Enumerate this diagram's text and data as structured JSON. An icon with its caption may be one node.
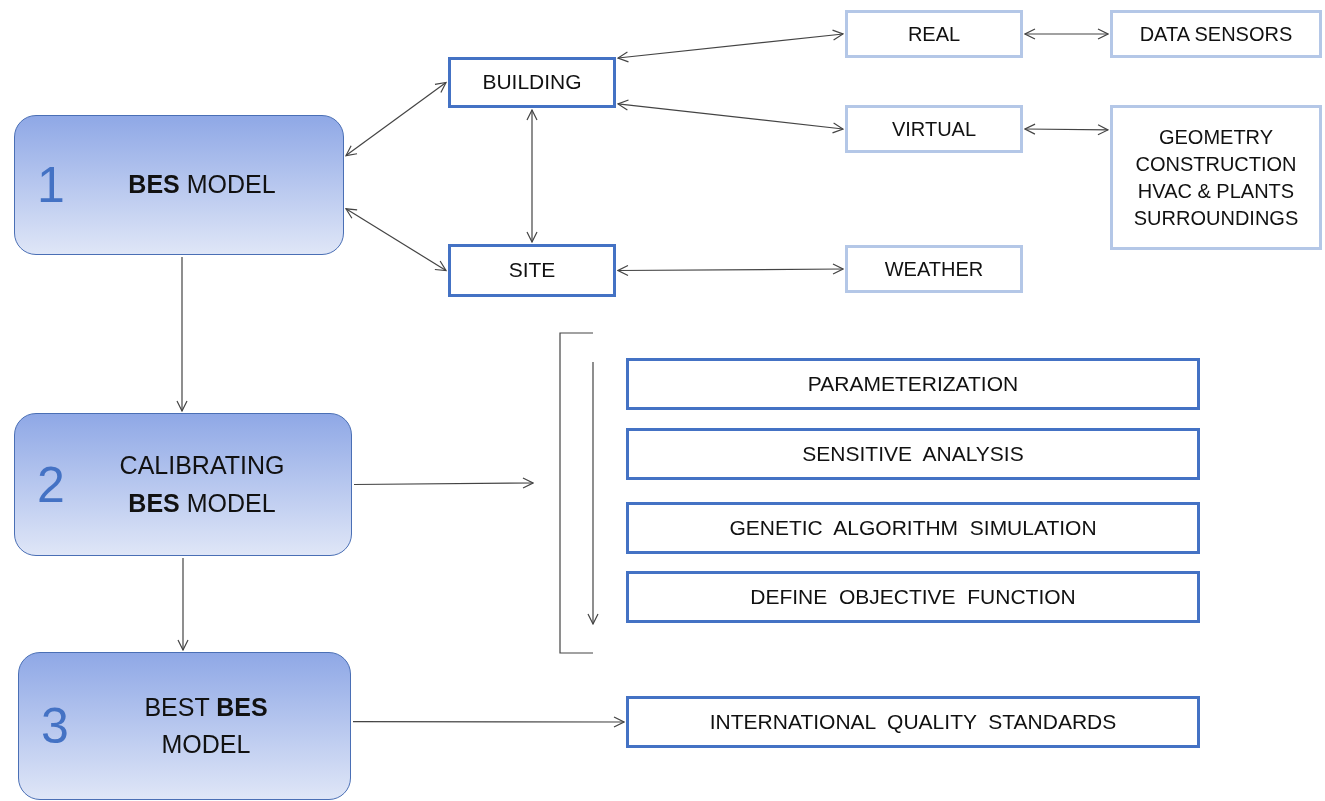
{
  "diagram": {
    "nodes": [
      {
        "text": [
          "1",
          "**BES** MODEL"
        ]
      },
      {
        "text": [
          "BUILDING"
        ]
      },
      {
        "text": [
          "SITE"
        ]
      },
      {
        "text": [
          "REAL"
        ]
      },
      {
        "text": [
          "DATA SENSORS"
        ]
      },
      {
        "text": [
          "VIRTUAL"
        ]
      },
      {
        "text": [
          "GEOMETRY",
          "CONSTRUCTION",
          "HVAC & PLANTS",
          "SURROUNDINGS"
        ]
      },
      {
        "text": [
          "WEATHER"
        ]
      },
      {
        "text": [
          "2",
          "CALIBRATING **BES** MODEL"
        ]
      },
      {
        "text": [
          "PARAMETERIZATION"
        ]
      },
      {
        "text": [
          "SENSITIVE  ANALYSIS"
        ]
      },
      {
        "text": [
          "GENETIC  ALGORITHM  SIMULATION"
        ]
      },
      {
        "text": [
          "DEFINE  OBJECTIVE  FUNCTION"
        ]
      },
      {
        "text": [
          "3",
          "BEST **BES** MODEL"
        ]
      },
      {
        "text": [
          "INTERNATIONAL  QUALITY  STANDARDS"
        ]
      }
    ],
    "edges": [
      {
        "from": 0,
        "to": 1,
        "arrow": "both"
      },
      {
        "from": 0,
        "to": 2,
        "arrow": "both"
      },
      {
        "from": 1,
        "to": 2,
        "arrow": "both"
      },
      {
        "from": 1,
        "to": 3,
        "arrow": "both"
      },
      {
        "from": 1,
        "to": 5,
        "arrow": "both"
      },
      {
        "from": 2,
        "to": 7,
        "arrow": "both"
      },
      {
        "from": 3,
        "to": 4,
        "arrow": "both"
      },
      {
        "from": 5,
        "to": 6,
        "arrow": "both"
      },
      {
        "from": 0,
        "to": 8,
        "arrow": "to"
      },
      {
        "from": 8,
        "to": null,
        "arrow": "to"
      },
      {
        "from": 8,
        "to": 13,
        "arrow": "to"
      },
      {
        "from": 13,
        "to": 14,
        "arrow": "to"
      }
    ]
  }
}
